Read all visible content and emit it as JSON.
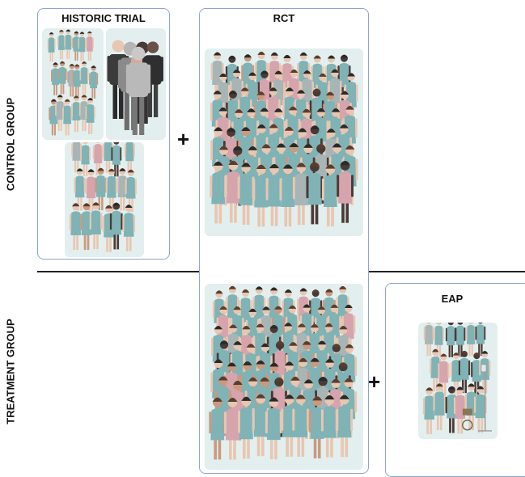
{
  "row_labels": {
    "control": "CONTROL GROUP",
    "treatment": "TREATMENT GROUP"
  },
  "frames": {
    "historic": {
      "title": "HISTORIC TRIAL"
    },
    "rct": {
      "title": "RCT"
    },
    "eap": {
      "title": "EAP"
    }
  },
  "operators": {
    "plus_control": "+",
    "plus_treatment": "+"
  },
  "colors": {
    "frame_border": "#8ea4cf",
    "panel_bg": "#e3efef",
    "gown_teal": "#7fb3b6",
    "gown_pink": "#d6a4ad",
    "gown_grey": "#a7b5b6",
    "skin_light": "#e8c6b0",
    "skin_dark": "#4a3a36",
    "suit_dark": "#3b3b3b"
  },
  "icons": {
    "crowd": "patient-crowd-icon",
    "plain_clothes": "plain-clothes-people-icon",
    "iv_stand": "iv-drip-stand-icon"
  }
}
